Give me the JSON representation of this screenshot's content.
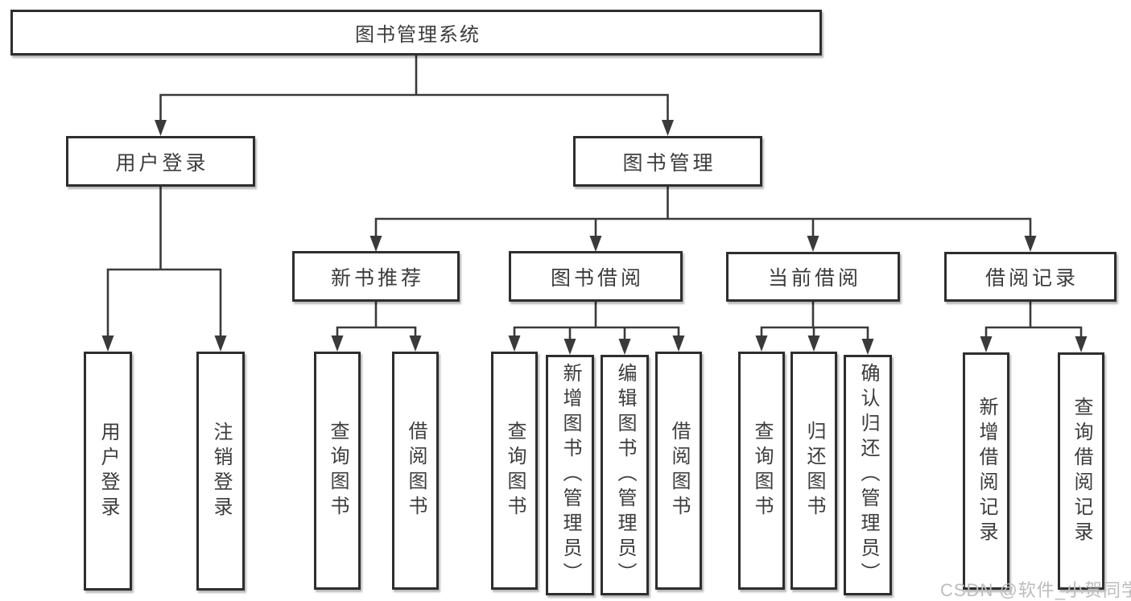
{
  "tree": {
    "root": {
      "label": "图书管理系统"
    },
    "level2": [
      {
        "label": "用户登录"
      },
      {
        "label": "图书管理"
      }
    ],
    "level3": [
      {
        "label": "新书推荐"
      },
      {
        "label": "图书借阅"
      },
      {
        "label": "当前借阅"
      },
      {
        "label": "借阅记录"
      }
    ],
    "leaves": [
      {
        "label": "用户登录"
      },
      {
        "label": "注销登录"
      },
      {
        "label": "查询图书"
      },
      {
        "label": "借阅图书"
      },
      {
        "label": "查询图书"
      },
      {
        "label": "新增图书（管理员）"
      },
      {
        "label": "编辑图书（管理员）"
      },
      {
        "label": "借阅图书"
      },
      {
        "label": "查询图书"
      },
      {
        "label": "归还图书"
      },
      {
        "label": "确认归还（管理员）"
      },
      {
        "label": "新增借阅记录"
      },
      {
        "label": "查询借阅记录"
      }
    ]
  },
  "watermark": {
    "text": "CSDN @软件_小贺同学"
  },
  "colors": {
    "box_border": "#2e2e2e",
    "line": "#3a3a3a",
    "text": "#3c3c3c",
    "watermark": "#bcbcbc",
    "background": "#ffffff"
  }
}
